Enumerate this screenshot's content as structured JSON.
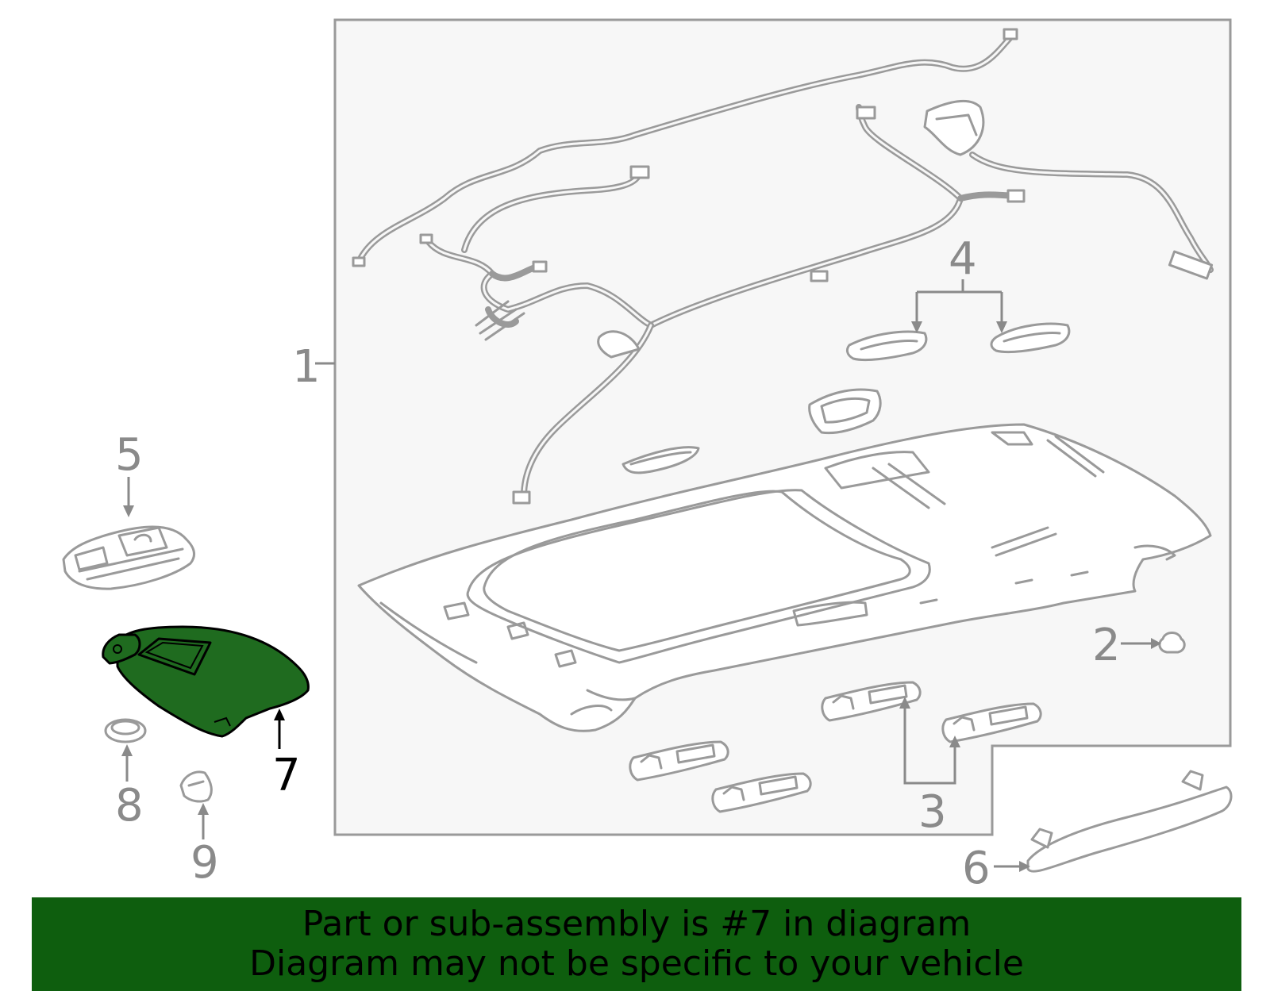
{
  "diagram": {
    "highlight_color": "#1f6b1f",
    "callout_color": "#8a8a8a",
    "callouts": [
      {
        "id": "1",
        "label": "1"
      },
      {
        "id": "2",
        "label": "2"
      },
      {
        "id": "3",
        "label": "3"
      },
      {
        "id": "4",
        "label": "4"
      },
      {
        "id": "5",
        "label": "5"
      },
      {
        "id": "6",
        "label": "6"
      },
      {
        "id": "7",
        "label": "7",
        "highlighted": true
      },
      {
        "id": "8",
        "label": "8"
      },
      {
        "id": "9",
        "label": "9"
      }
    ]
  },
  "banner": {
    "background": "#0e5e0e",
    "line1": "Part or sub-assembly is #7 in diagram",
    "line2": "Diagram may not be specific to your vehicle"
  }
}
